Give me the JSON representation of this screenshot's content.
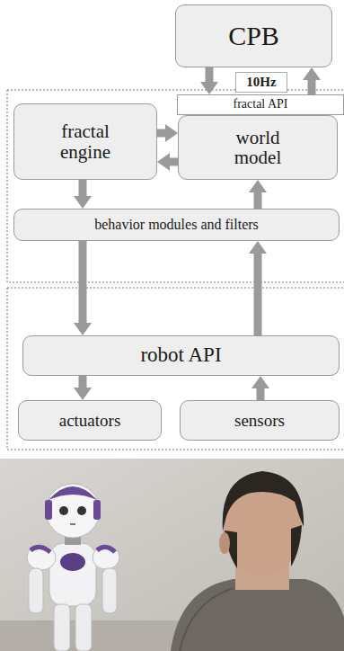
{
  "diagram": {
    "nodes": [
      {
        "text": [
          "CPB"
        ]
      },
      {
        "text": [
          "fractal API"
        ]
      },
      {
        "text": [
          "fractal engine"
        ]
      },
      {
        "text": [
          "world model"
        ]
      },
      {
        "text": [
          "behavior modules and filters"
        ]
      },
      {
        "text": [
          "robot API"
        ]
      },
      {
        "text": [
          "actuators"
        ]
      },
      {
        "text": [
          "sensors"
        ]
      }
    ],
    "edges": [
      {
        "from": 0,
        "to": 1,
        "arrow": "to"
      },
      {
        "from": 1,
        "to": 0,
        "arrow": "to"
      },
      {
        "from": 2,
        "to": 3,
        "arrow": "to"
      },
      {
        "from": 3,
        "to": 2,
        "arrow": "to"
      },
      {
        "from": 2,
        "to": 4,
        "arrow": "to"
      },
      {
        "from": 4,
        "to": 3,
        "arrow": "to"
      },
      {
        "from": 4,
        "to": 5,
        "arrow": "to"
      },
      {
        "from": 5,
        "to": 4,
        "arrow": "to"
      },
      {
        "from": 5,
        "to": 6,
        "arrow": "to"
      },
      {
        "from": 7,
        "to": 5,
        "arrow": "to"
      }
    ],
    "labels": [
      "10Hz"
    ]
  }
}
